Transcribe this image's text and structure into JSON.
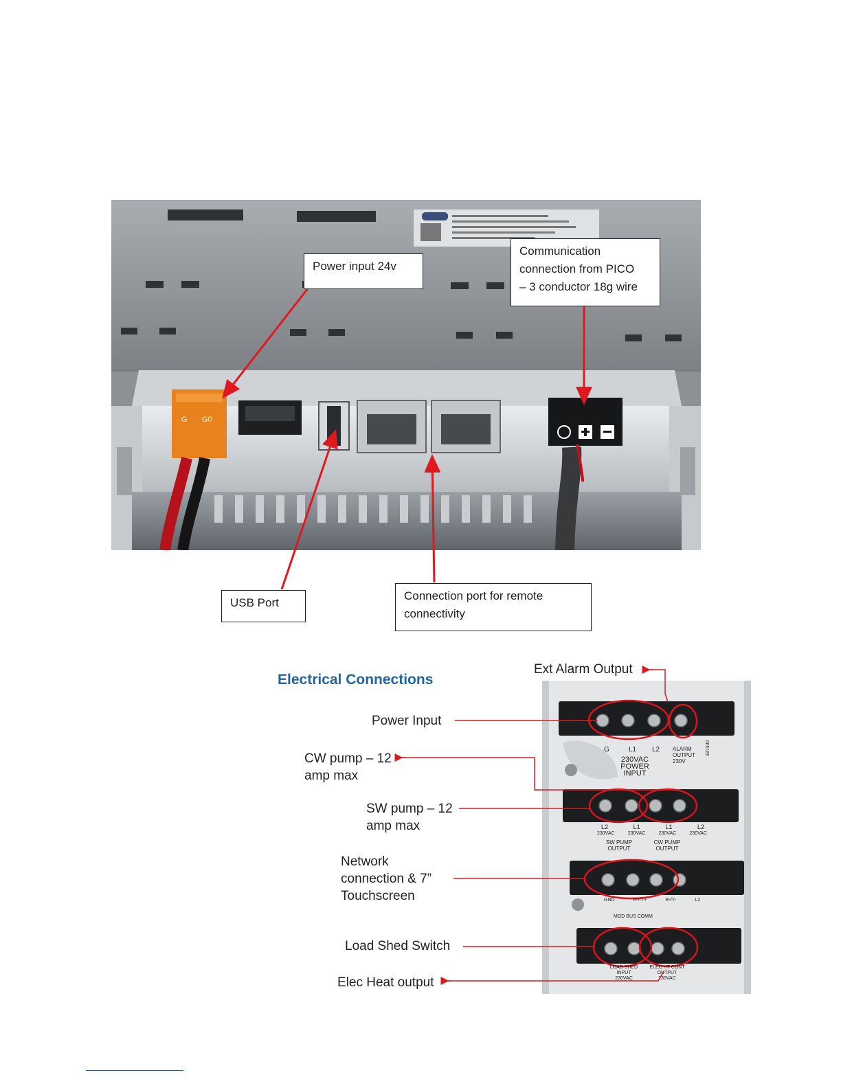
{
  "photo1": {
    "callouts": {
      "power_input": "Power input 24v",
      "communication": [
        "Communication",
        "connection from PICO",
        "– 3 conductor 18g wire"
      ],
      "usb_port": "USB Port",
      "remote_port": [
        "Connection port for remote",
        "connectivity"
      ]
    },
    "connector_labels": {
      "g": "G",
      "g0": "G0"
    }
  },
  "section2": {
    "title": "Electrical Connections",
    "labels": {
      "ext_alarm": "Ext Alarm Output",
      "power_input": "Power Input",
      "cw_pump": [
        "CW pump – 12",
        "amp max"
      ],
      "sw_pump": [
        "SW pump – 12",
        "amp max"
      ],
      "network": [
        "Network",
        "connection & 7”",
        "Touchscreen"
      ],
      "load_shed": "Load Shed Switch",
      "elec_heat": "Elec Heat output"
    },
    "terminal_labels": {
      "row1": [
        "G",
        "L1",
        "L2"
      ],
      "row1_caption": [
        "230VAC",
        "POWER",
        "INPUT"
      ],
      "row1_side": [
        "ALARM",
        "OUTPUT",
        "230V"
      ],
      "row2": [
        "L2",
        "L1",
        "L1",
        "L2"
      ],
      "row2_volts": [
        "230VAC",
        "230VAC",
        "230VAC",
        "230VAC"
      ],
      "row2_caption": [
        "SW PUMP",
        "OUTPUT",
        "CW PUMP",
        "OUTPUT"
      ],
      "row3": [
        "GND",
        "R+/T+",
        "R-/T-",
        "L2"
      ],
      "row3_caption": "MOD BUS COMM",
      "row4_caption": [
        "LOAD SHED",
        "INPUT",
        "230VAC",
        "ELEC HT CONT",
        "OUTPUT",
        "230VAC"
      ],
      "part_no": "337430"
    }
  },
  "colors": {
    "accent_title": "#2066a6",
    "arrow": "#e0191f"
  }
}
